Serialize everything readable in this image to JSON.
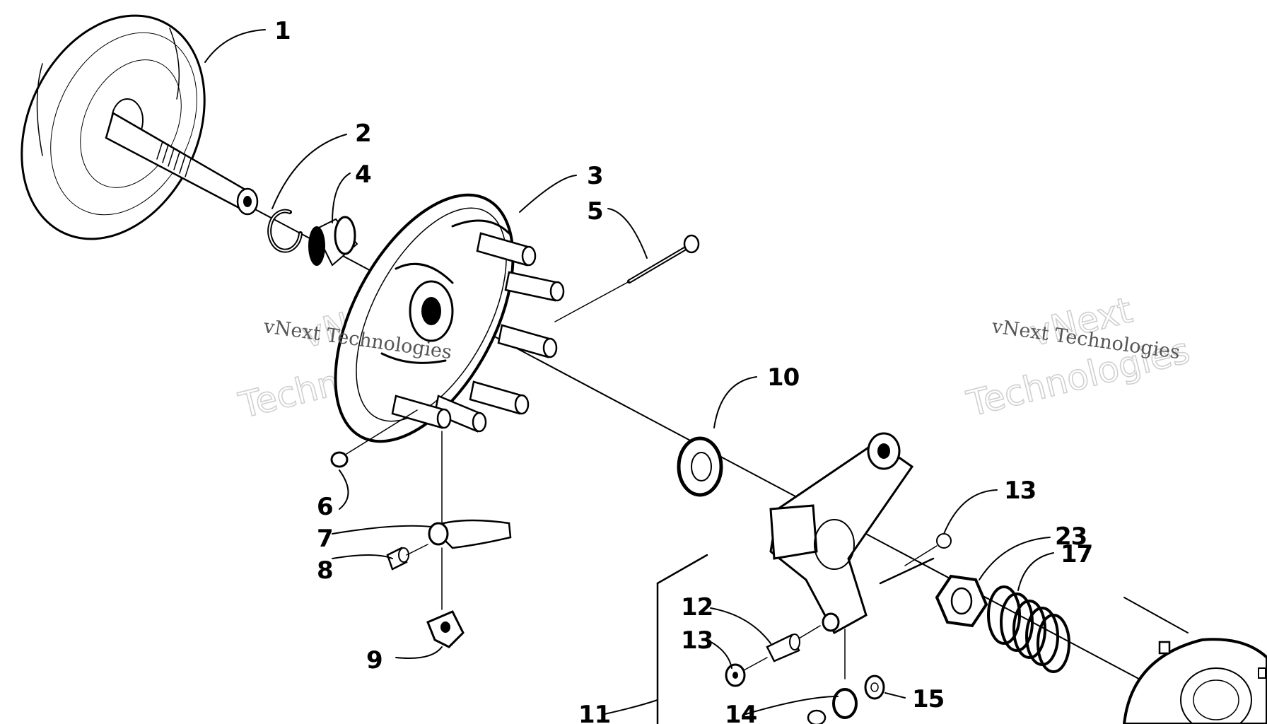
{
  "parts": [
    {
      "id": "part-1",
      "label": "1"
    },
    {
      "id": "part-2",
      "label": "2"
    },
    {
      "id": "part-3",
      "label": "3"
    },
    {
      "id": "part-4",
      "label": "4"
    },
    {
      "id": "part-5",
      "label": "5"
    },
    {
      "id": "part-6",
      "label": "6"
    },
    {
      "id": "part-7",
      "label": "7"
    },
    {
      "id": "part-8",
      "label": "8"
    },
    {
      "id": "part-9",
      "label": "9"
    },
    {
      "id": "part-10",
      "label": "10"
    },
    {
      "id": "part-11",
      "label": "11"
    },
    {
      "id": "part-12",
      "label": "12"
    },
    {
      "id": "part-13a",
      "label": "13"
    },
    {
      "id": "part-13b",
      "label": "13"
    },
    {
      "id": "part-14",
      "label": "14"
    },
    {
      "id": "part-15",
      "label": "15"
    },
    {
      "id": "part-17",
      "label": "17"
    },
    {
      "id": "part-23",
      "label": "23"
    }
  ],
  "watermark": {
    "brand": "vNext",
    "sub": "Technologies",
    "full": "vNext Technologies"
  }
}
